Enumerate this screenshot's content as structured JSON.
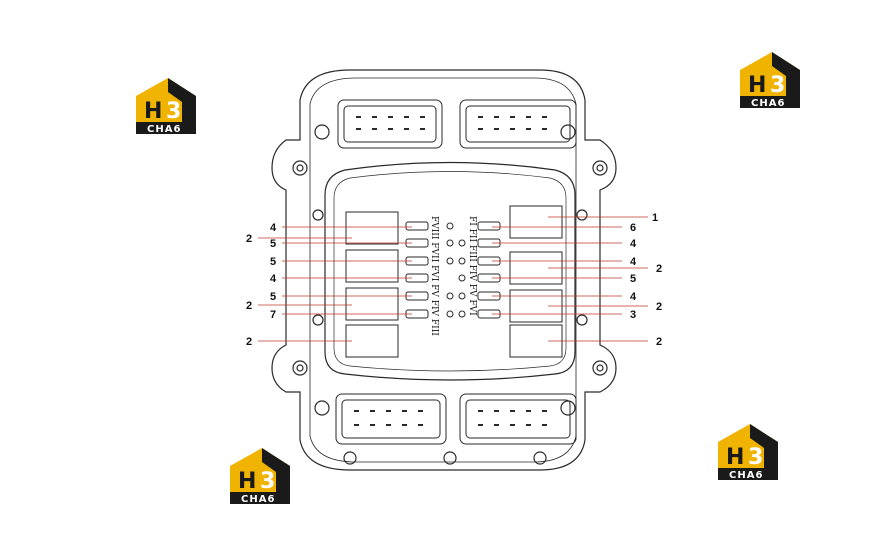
{
  "colors": {
    "outline": "#2a2a2a",
    "leader": "#c0392b",
    "logo_yellow": "#f0b400",
    "logo_dark": "#1a1a1a"
  },
  "logo": {
    "h_letter": "H",
    "digit": "3",
    "caption": "CHA6"
  },
  "callouts": {
    "left": [
      "4",
      "2",
      "5",
      "5",
      "4",
      "5",
      "2",
      "7",
      "2"
    ],
    "right": [
      "1",
      "6",
      "4",
      "4",
      "2",
      "5",
      "4",
      "2",
      "3",
      "2"
    ]
  },
  "fuse_labels": {
    "left_column": "FVIII FVII FVI FV FIV FIII",
    "right_column": "FI FII FIII FIV FV FVI"
  }
}
